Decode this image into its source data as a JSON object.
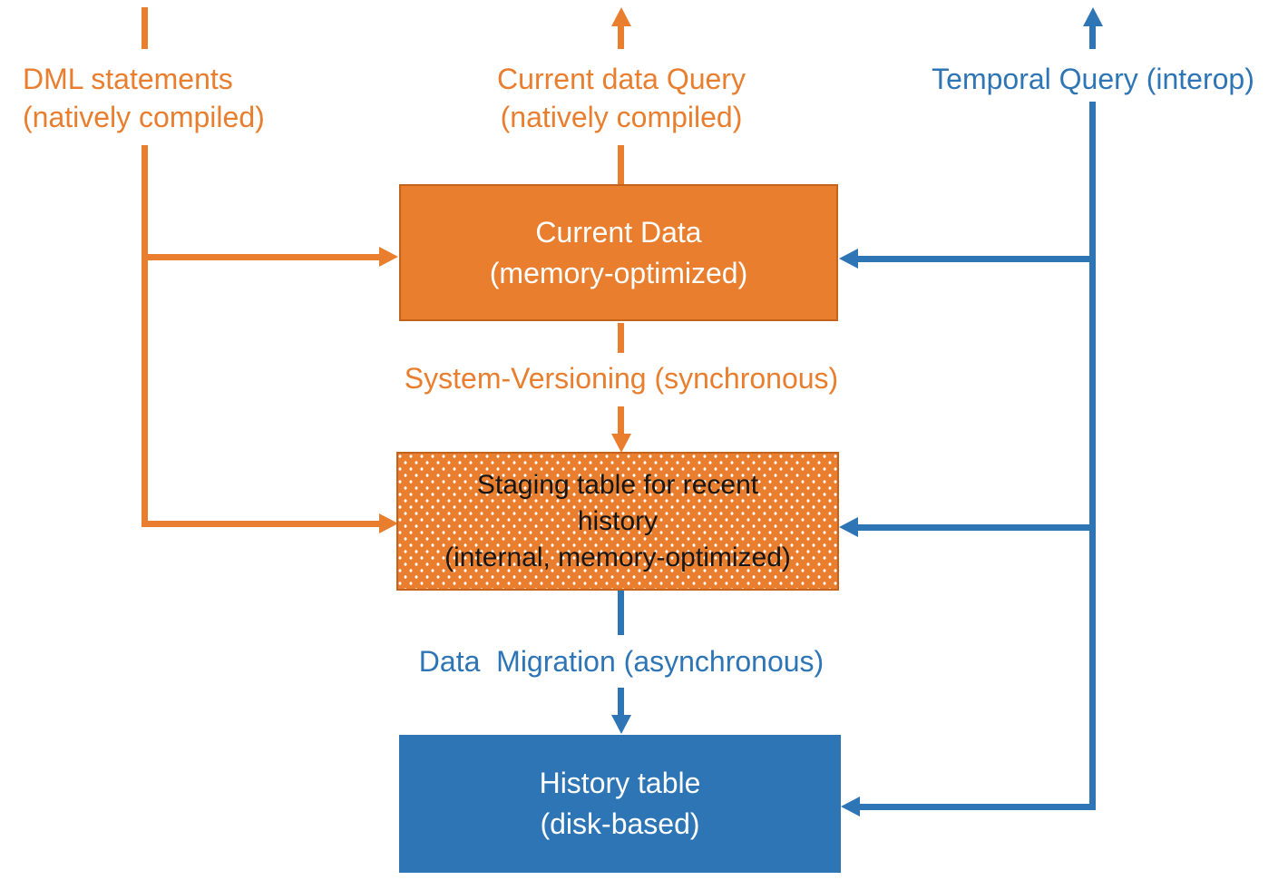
{
  "colors": {
    "orange": "#E87E2E",
    "orange_border": "#C4631C",
    "blue": "#2E75B6",
    "box_text_light": "#FFFFFF",
    "staging_text": "#161616"
  },
  "labels": {
    "dml": {
      "line1": "DML statements",
      "line2": "(natively compiled)"
    },
    "current_query": {
      "line1": "Current data Query",
      "line2": "(natively compiled)"
    },
    "temporal_query": "Temporal Query (interop)",
    "system_versioning": "System-Versioning (synchronous)",
    "data_migration": "Data  Migration (asynchronous)"
  },
  "boxes": {
    "current_data": {
      "line1": "Current Data",
      "line2": "(memory-optimized)"
    },
    "staging": {
      "line1": "Staging table for recent",
      "line2": "history",
      "line3": "(internal, memory-optimized)"
    },
    "history": {
      "line1": "History table",
      "line2": "(disk-based)"
    }
  }
}
